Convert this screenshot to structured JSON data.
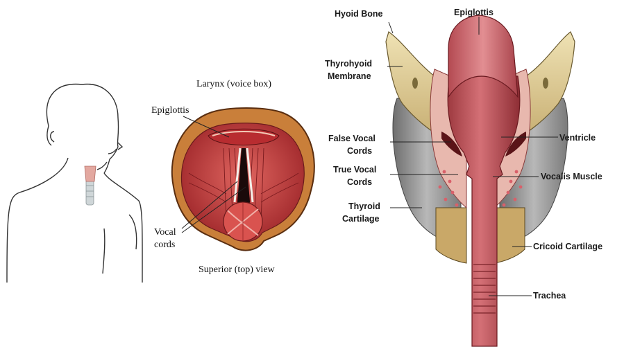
{
  "left_panel": {
    "title": "Larynx (voice box)",
    "epiglottis": "Epiglottis",
    "vocal_cords_line1": "Vocal",
    "vocal_cords_line2": "cords",
    "view_caption": "Superior (top) view"
  },
  "right_panel": {
    "hyoid_bone": "Hyoid Bone",
    "epiglottis": "Epiglottis",
    "thyrohyoid_line1": "Thyrohyoid",
    "thyrohyoid_line2": "Membrane",
    "false_vocal_line1": "False Vocal",
    "false_vocal_line2": "Cords",
    "true_vocal_line1": "True Vocal",
    "true_vocal_line2": "Cords",
    "thyroid_line1": "Thyroid",
    "thyroid_line2": "Cartilage",
    "ventricle": "Ventricle",
    "vocalis_muscle": "Vocalis Muscle",
    "cricoid_cartilage": "Cricoid Cartilage",
    "trachea": "Trachea"
  },
  "colors": {
    "muscle": "#c8383c",
    "muscle_light": "#e07b78",
    "tissue": "#c4565e",
    "cartilage_gray": "#9a9a9a",
    "bone": "#dcc890",
    "outline": "#2a2a2a"
  }
}
